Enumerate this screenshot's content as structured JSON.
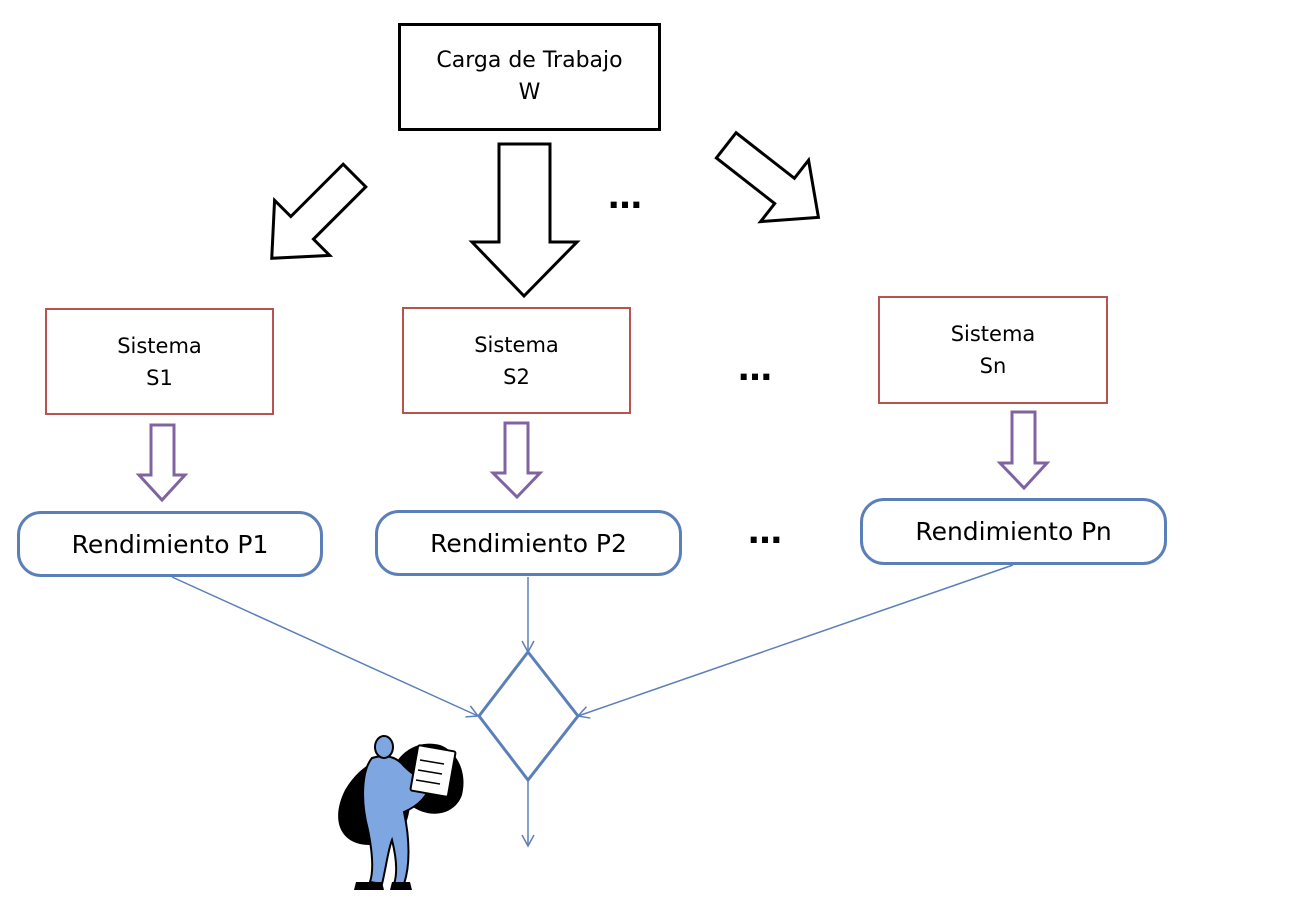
{
  "workload": {
    "line1": "Carga de Trabajo",
    "line2": "W"
  },
  "systems": [
    {
      "line1": "Sistema",
      "line2": "S1"
    },
    {
      "line1": "Sistema",
      "line2": "S2"
    },
    {
      "line1": "Sistema",
      "line2": "Sn"
    }
  ],
  "performance": [
    {
      "label": "Rendimiento P1"
    },
    {
      "label": "Rendimiento P2"
    },
    {
      "label": "Rendimiento Pn"
    }
  ],
  "ellipsis": "…",
  "colors": {
    "workload_border": "#000000",
    "system_border": "#b85450",
    "performance_border": "#5b7fb8",
    "small_arrow": "#8064a2",
    "connector": "#5b7fb8",
    "figure_fill": "#7ea6e0"
  },
  "icons": [
    "analyst-with-clipboard-icon"
  ]
}
